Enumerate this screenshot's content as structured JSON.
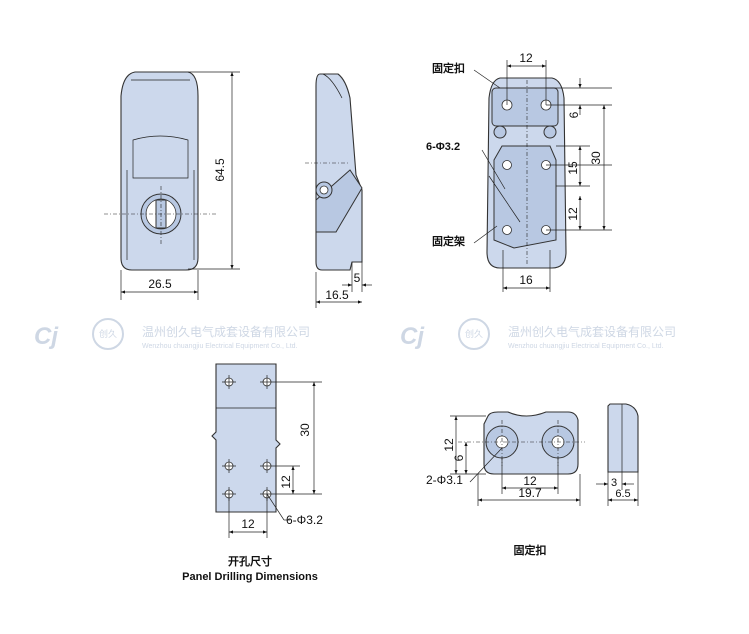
{
  "top_left": {
    "dims": {
      "height": "64.5",
      "width": "26.5"
    }
  },
  "top_middle": {
    "dims": {
      "step": "5",
      "depth": "16.5"
    }
  },
  "top_right": {
    "labels": {
      "fixed_buckle": "固定扣",
      "holes": "6-Φ3.2",
      "fixed_frame": "固定架"
    },
    "dims": {
      "top_width": "12",
      "offset_6": "6",
      "pitch_15": "15",
      "total_30": "30",
      "pitch_12": "12",
      "bottom_width": "16"
    }
  },
  "watermark": {
    "logo_text": "Cj",
    "company_cn": "温州创久电气成套设备有限公司",
    "company_en": "Wenzhou chuangjiu Electrical Equipment Co., Ltd.",
    "badge_text": "创久"
  },
  "drilling": {
    "title_cn": "开孔尺寸",
    "title_en": "Panel Drilling Dimensions",
    "dims": {
      "total_30": "30",
      "pitch_12": "12",
      "width_12": "12"
    },
    "holes": "6-Φ3.2"
  },
  "buckle": {
    "title_cn": "固定扣",
    "dims": {
      "height_12": "12",
      "height_6": "6",
      "pitch_12": "12",
      "width_19_7": "19.7",
      "thick_3": "3",
      "thick_6_5": "6.5"
    },
    "holes": "2-Φ3.1"
  }
}
